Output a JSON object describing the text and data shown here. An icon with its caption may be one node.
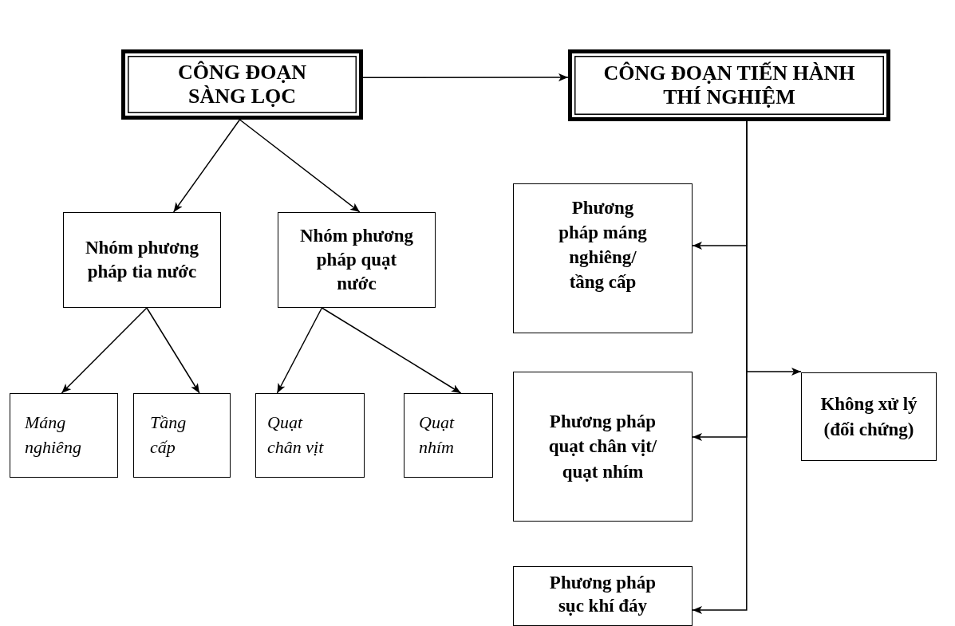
{
  "diagram": {
    "nodes": [
      {
        "text": [
          "CÔNG ĐOẠN SÀNG LỌC"
        ]
      },
      {
        "text": [
          "CÔNG ĐOẠN TIẾN HÀNH THÍ NGHIỆM"
        ]
      },
      {
        "text": [
          "Nhóm phương pháp tia nước"
        ]
      },
      {
        "text": [
          "Nhóm phương pháp quạt nước"
        ]
      },
      {
        "text": [
          "Máng nghiêng"
        ]
      },
      {
        "text": [
          "Tầng cấp"
        ]
      },
      {
        "text": [
          "Quạt chân vịt"
        ]
      },
      {
        "text": [
          "Quạt nhím"
        ]
      },
      {
        "text": [
          "Phương pháp máng nghiêng/ tầng cấp"
        ]
      },
      {
        "text": [
          "Không xử lý (đối chứng)"
        ]
      },
      {
        "text": [
          "Phương pháp quạt chân vịt/ quạt nhím"
        ]
      },
      {
        "text": [
          "Phương pháp sục khí đáy"
        ]
      }
    ],
    "edges": [
      {
        "from": 0,
        "to": 1,
        "arrow": "to"
      },
      {
        "from": 0,
        "to": 2,
        "arrow": "to"
      },
      {
        "from": 0,
        "to": 3,
        "arrow": "to"
      },
      {
        "from": 2,
        "to": 4,
        "arrow": "to"
      },
      {
        "from": 2,
        "to": 5,
        "arrow": "to"
      },
      {
        "from": 3,
        "to": 6,
        "arrow": "to"
      },
      {
        "from": 3,
        "to": 7,
        "arrow": "to"
      },
      {
        "from": 1,
        "to": 8,
        "arrow": "to"
      },
      {
        "from": 1,
        "to": 9,
        "arrow": "to"
      },
      {
        "from": 1,
        "to": 10,
        "arrow": "to"
      },
      {
        "from": 1,
        "to": 11,
        "arrow": "to"
      }
    ]
  }
}
